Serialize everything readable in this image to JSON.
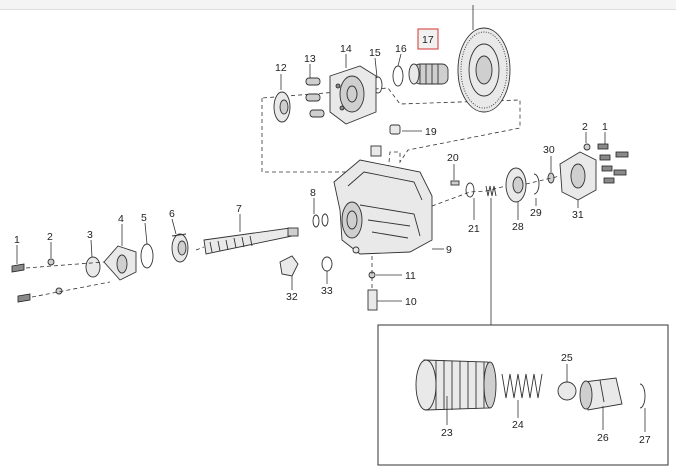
{
  "callouts": {
    "c1a": "1",
    "c1b": "1",
    "c2a": "2",
    "c2b": "2",
    "c3": "3",
    "c4": "4",
    "c5": "5",
    "c6": "6",
    "c7": "7",
    "c8": "8",
    "c9": "9",
    "c10": "10",
    "c11": "11",
    "c12": "12",
    "c13": "13",
    "c14": "14",
    "c15": "15",
    "c16": "16",
    "c17": "17",
    "c19": "19",
    "c20": "20",
    "c21": "21",
    "c23": "23",
    "c24": "24",
    "c25": "25",
    "c26": "26",
    "c27": "27",
    "c28": "28",
    "c29": "29",
    "c30": "30",
    "c31": "31",
    "c32": "32",
    "c33": "33"
  },
  "highlighted_callout": "17",
  "colors": {
    "highlight_border": "#d9534f",
    "highlight_fill": "#f1f1f1",
    "line": "#333333"
  }
}
